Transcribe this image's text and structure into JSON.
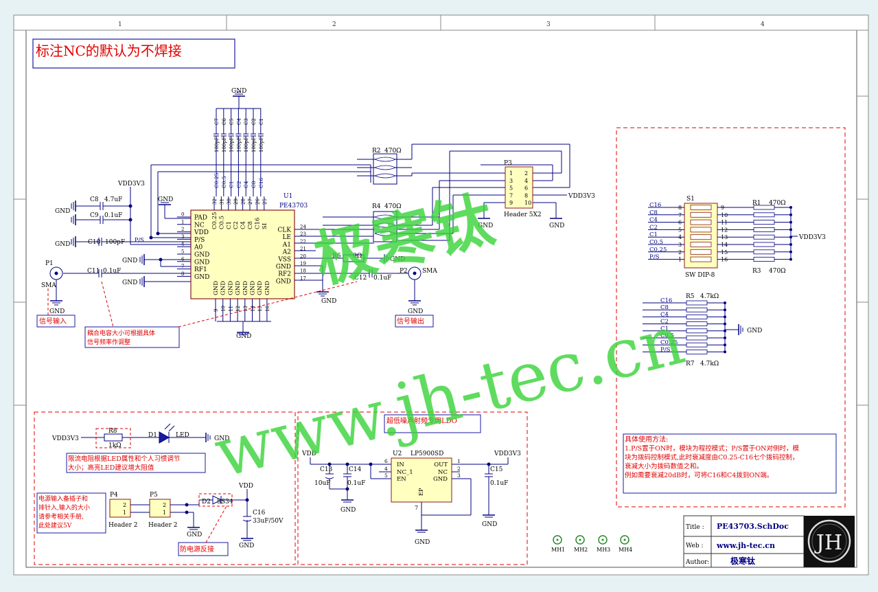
{
  "sheet": {
    "grid_cols": [
      "1",
      "2",
      "3",
      "4"
    ],
    "note_title": "标注NC的默认为不焊接",
    "watermark_cn": "极寒钛",
    "watermark_url": "www.jh-tec.cn"
  },
  "title_block": {
    "title_label": "Title :",
    "title_value": "PE43703.SchDoc",
    "web_label": "Web :",
    "web_value": "www.jh-tec.cn",
    "author_label": "Author:",
    "author_value": "极寒钛",
    "logo_letters": "JH"
  },
  "u1": {
    "ref": "U1",
    "part": "PE43703",
    "left_pins": [
      {
        "num": "0",
        "name": "PAD"
      },
      {
        "num": "1",
        "name": "NC"
      },
      {
        "num": "2",
        "name": "VDD"
      },
      {
        "num": "3",
        "name": "P/S"
      },
      {
        "num": "4",
        "name": "A0"
      },
      {
        "num": "5",
        "name": "GND"
      },
      {
        "num": "6",
        "name": "GND"
      },
      {
        "num": "7",
        "name": "RF1"
      },
      {
        "num": "8",
        "name": "GND"
      }
    ],
    "right_pins": [
      {
        "num": "24",
        "name": "CLK"
      },
      {
        "num": "23",
        "name": "LE"
      },
      {
        "num": "22",
        "name": "A1"
      },
      {
        "num": "21",
        "name": "A2"
      },
      {
        "num": "20",
        "name": "VSS"
      },
      {
        "num": "19",
        "name": "GND"
      },
      {
        "num": "18",
        "name": "RF2"
      },
      {
        "num": "17",
        "name": "GND"
      }
    ],
    "top_pins": [
      {
        "num": "32",
        "name": "C0.25"
      },
      {
        "num": "31",
        "name": "C0.5"
      },
      {
        "num": "30",
        "name": "C1"
      },
      {
        "num": "29",
        "name": "C2"
      },
      {
        "num": "28",
        "name": "C4"
      },
      {
        "num": "27",
        "name": "C8"
      },
      {
        "num": "26",
        "name": "C16"
      },
      {
        "num": "25",
        "name": "SI"
      }
    ],
    "bottom_pins": [
      {
        "num": "9",
        "name": "GND"
      },
      {
        "num": "10",
        "name": "GND"
      },
      {
        "num": "11",
        "name": "GND"
      },
      {
        "num": "12",
        "name": "GND"
      },
      {
        "num": "13",
        "name": "GND"
      },
      {
        "num": "14",
        "name": "GND"
      },
      {
        "num": "15",
        "name": "GND"
      },
      {
        "num": "16",
        "name": "GND"
      }
    ]
  },
  "top_caps": {
    "refs": [
      "C7",
      "C6",
      "C5",
      "C4",
      "C3",
      "C2",
      "C1"
    ],
    "values": [
      "100pF",
      "100pF",
      "100pF",
      "100pF",
      "100pF",
      "100pF",
      "100pF"
    ],
    "net_labels": [
      "C0.25",
      "C0.5",
      "C1",
      "C2",
      "C4",
      "C8",
      "C16"
    ]
  },
  "left_circuit": {
    "vdd": "VDD3V3",
    "gnd": "GND",
    "c8": {
      "ref": "C8",
      "value": "4.7uF"
    },
    "c9": {
      "ref": "C9",
      "value": "0.1uF"
    },
    "c10": {
      "ref": "C10",
      "value": "100pF"
    },
    "c11": {
      "ref": "C11",
      "value": "0.1uF"
    },
    "ps_net": "P/S",
    "p1": {
      "ref": "P1",
      "type": "SMA"
    },
    "signal_in": "信号输入",
    "coupling_note_1": "耦合电容大小可根据具体",
    "coupling_note_2": "信号频率作调整"
  },
  "right_circuit": {
    "r6": {
      "ref": "R6",
      "value": "0Ω"
    },
    "c12": {
      "ref": "C12",
      "value": "0.1uF"
    },
    "p2": {
      "ref": "P2",
      "type": "SMA"
    },
    "signal_out": "信号输出",
    "r2": {
      "ref": "R2",
      "value": "470Ω"
    },
    "r4": {
      "ref": "R4",
      "value": "470Ω"
    },
    "p3": {
      "ref": "P3",
      "part": "Header 5X2",
      "left_nums": [
        "1",
        "3",
        "5",
        "7",
        "9"
      ],
      "right_nums": [
        "2",
        "4",
        "6",
        "8",
        "10"
      ]
    },
    "vdd": "VDD3V3"
  },
  "dip_section": {
    "s1": {
      "ref": "S1",
      "part": "SW DIP-8",
      "left_nums": [
        "8",
        "7",
        "6",
        "5",
        "4",
        "3",
        "2",
        "1"
      ],
      "right_nums": [
        "9",
        "10",
        "11",
        "12",
        "13",
        "14",
        "15",
        "16"
      ]
    },
    "nets": [
      "C16",
      "C8",
      "C4",
      "C2",
      "C1",
      "C0.5",
      "C0.25",
      "P/S"
    ],
    "r1": {
      "ref": "R1",
      "value": "470Ω"
    },
    "r3": {
      "ref": "R3",
      "value": "470Ω"
    },
    "vdd": "VDD3V3",
    "r5": {
      "ref": "R5",
      "value": "4.7kΩ"
    },
    "r7": {
      "ref": "R7",
      "value": "4.7kΩ"
    },
    "gnd": "GND",
    "usage_title": "具体使用方法:",
    "usage_lines": [
      "1.P/S置于ON时，模块为程控模式；P/S置于ON对侧时，模",
      "块为拨码控制模式,此时衰减度由C0.25-C16七个拨码控制，",
      "衰减大小为拨码数值之和。",
      "例如需要衰减20dB时，可将C16和C4拨到ON端。"
    ]
  },
  "led_section": {
    "vdd": "VDD3V3",
    "r8": {
      "ref": "R8",
      "value": "1kΩ"
    },
    "d1": {
      "ref": "D1",
      "part": "LED"
    },
    "gnd": "GND",
    "note_1": "限流电阻根据LED属性和个人习惯调节",
    "note_2": "大小；高亮LED建议增大阻值",
    "power_note": [
      "电源输入备插子和",
      "排针入,输入的大小",
      "请参考相关手册,",
      "此处建议5V"
    ],
    "p4": {
      "ref": "P4",
      "part": "Header 2",
      "pins": [
        "2",
        "1"
      ]
    },
    "p5": {
      "ref": "P5",
      "part": "Header 2",
      "pins": [
        "2",
        "1"
      ]
    },
    "d2": {
      "ref": "D2",
      "part": "SS34"
    },
    "vdd_top": "VDD",
    "c16": {
      "ref": "C16",
      "value": "33uF/50V"
    },
    "reverse_note": "防电源反接"
  },
  "ldo_section": {
    "title": "超低噪声射频专用LDO",
    "vdd": "VDD",
    "vout": "VDD3V3",
    "u2": {
      "ref": "U2",
      "part": "LP5900SD"
    },
    "left_pins": [
      {
        "num": "6",
        "name": "IN"
      },
      {
        "num": "4",
        "name": "NC_1"
      },
      {
        "num": "5",
        "name": "EN"
      }
    ],
    "right_pins": [
      {
        "num": "1",
        "name": "OUT"
      },
      {
        "num": "2",
        "name": "NC"
      },
      {
        "num": "3",
        "name": "GND"
      }
    ],
    "ep_label": "EP",
    "ep_num": "7",
    "c13": {
      "ref": "C13",
      "value": "10uF"
    },
    "c14": {
      "ref": "C14",
      "value": "0.1uF"
    },
    "c15": {
      "ref": "C15",
      "value": "0.1uF"
    },
    "gnd": "GND"
  },
  "mounting_holes": [
    "MH1",
    "MH2",
    "MH3",
    "MH4"
  ]
}
